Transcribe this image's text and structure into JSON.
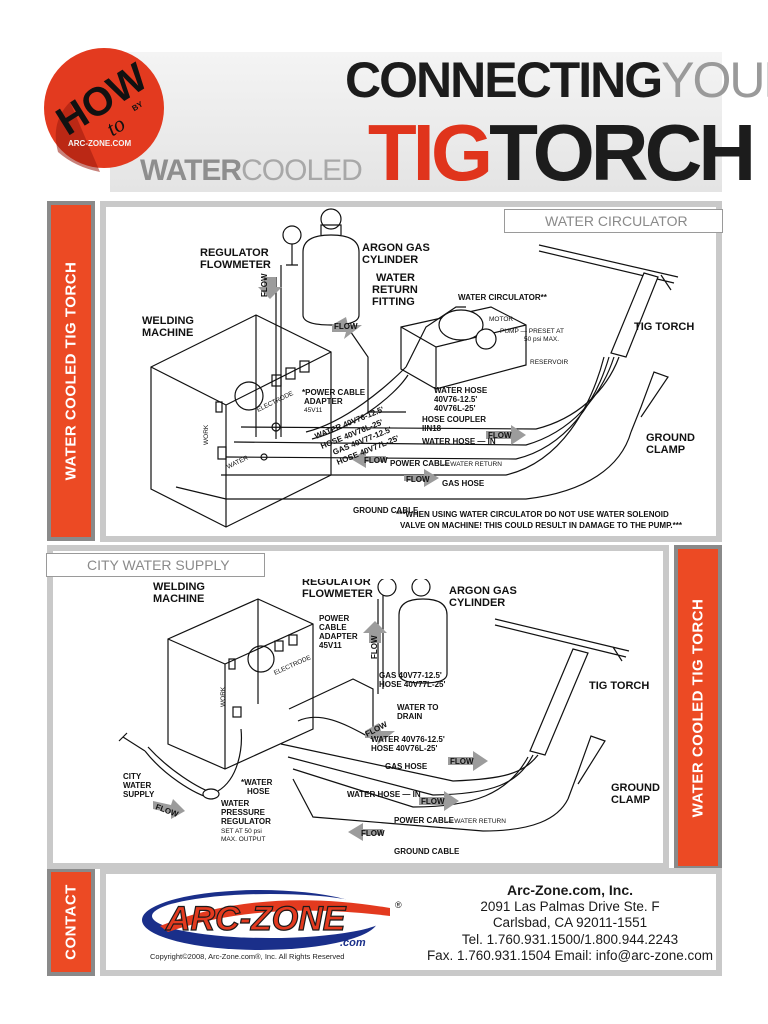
{
  "header": {
    "seal": {
      "how": "HOW",
      "to": "to",
      "by": "BY",
      "site": "ARC-ZONE.COM"
    },
    "title_line1_a": "CONNECTING",
    "title_line1_b": "YOUR",
    "title_line2_a": "WATER",
    "title_line2_b": "COOLED",
    "title_line2_c": "TIG",
    "title_line2_d": "TORCH"
  },
  "side_labels": {
    "top": "WATER COOLED TIG TORCH",
    "middle": "WATER COOLED TIG TORCH",
    "contact": "CONTACT"
  },
  "panel1": {
    "label": "WATER CIRCULATOR",
    "labels": {
      "regulator": "REGULATOR",
      "flowmeter": "FLOWMETER",
      "argon1": "ARGON GAS",
      "argon2": "CYLINDER",
      "ret1": "WATER",
      "ret2": "RETURN",
      "ret3": "FITTING",
      "welding": "WELDING",
      "machine": "MACHINE",
      "circulator": "WATER CIRCULATOR**",
      "motor": "MOTOR",
      "pump1": "PUMP — PRESET AT",
      "pump2": "50 psi MAX.",
      "reservoir": "RESERVOIR",
      "tig": "TIG TORCH",
      "pc1": "*POWER CABLE",
      "pc2": "ADAPTER",
      "pc3": "45V11",
      "electrode": "ELECTRODE",
      "work": "WORK",
      "water_ind": "WATER",
      "wh1": "WATER 40V76-12.5'",
      "wh2": "HOSE  40V76L-25'",
      "gh1": "GAS  40V77-12.5'",
      "gh2": "HOSE 40V77L-25'",
      "cwh1": "WATER HOSE",
      "cwh2": "40V76-12.5'",
      "cwh3": "40V76L-25'",
      "hc1": "HOSE COUPLER",
      "hc2": "IIN18",
      "water_hose_in": "WATER HOSE — IN",
      "power_cable": "POWER CABLE",
      "water_return": "— WATER RETURN",
      "gas_hose": "GAS HOSE",
      "ground_cable": "GROUND CABLE",
      "gc1": "GROUND",
      "gc2": "CLAMP",
      "note1": "***WHEN USING WATER CIRCULATOR DO NOT USE WATER SOLENOID",
      "note2": "VALVE ON MACHINE!  THIS COULD RESULT IN DAMAGE TO THE PUMP.***",
      "flow": "FLOW"
    }
  },
  "panel2": {
    "label": "CITY WATER SUPPLY",
    "labels": {
      "welding": "WELDING",
      "machine": "MACHINE",
      "regulator": "REGULATOR",
      "flowmeter": "FLOWMETER",
      "argon1": "ARGON GAS",
      "argon2": "CYLINDER",
      "pc1": "POWER",
      "pc2": "CABLE",
      "pc3": "ADAPTER",
      "pc4": "45V11",
      "electrode": "ELECTRODE",
      "work": "WORK",
      "gh1": "GAS   40V77-12.5'",
      "gh2": "HOSE 40V77L-25'",
      "drain1": "WATER TO",
      "drain2": "DRAIN",
      "wh1": "WATER 40V76-12.5'",
      "wh2": "HOSE   40V76L-25'",
      "tig": "TIG TORCH",
      "gas_hose": "GAS HOSE",
      "city1": "CITY",
      "city2": "WATER",
      "city3": "SUPPLY",
      "whose1": "*WATER",
      "whose2": "HOSE",
      "wpr1": "WATER",
      "wpr2": "PRESSURE",
      "wpr3": "REGULATOR",
      "wpr4": "SET AT 50 psi",
      "wpr5": "MAX. OUTPUT",
      "water_hose_in": "WATER HOSE — IN",
      "power_cable": "POWER CABLE",
      "water_return": "— WATER RETURN",
      "ground_cable": "GROUND CABLE",
      "gc1": "GROUND",
      "gc2": "CLAMP",
      "flow": "FLOW"
    }
  },
  "contact": {
    "logo_text": "ARC-ZONE",
    "logo_sub": ".com",
    "logo_reg": "®",
    "copyright": "Copyright©2008, Arc-Zone.com®, Inc.  All Rights Reserved",
    "company": "Arc-Zone.com, Inc.",
    "address1": "2091 Las Palmas Drive Ste. F",
    "address2": "Carlsbad, CA  92011-1551",
    "tel": "Tel. 1.760.931.1500/1.800.944.2243",
    "fax": "Fax. 1.760.931.1504 Email: info@arc-zone.com"
  },
  "colors": {
    "accent": "#ec4a24",
    "frame": "#c9c9c9",
    "dark": "#1c1c1c"
  }
}
